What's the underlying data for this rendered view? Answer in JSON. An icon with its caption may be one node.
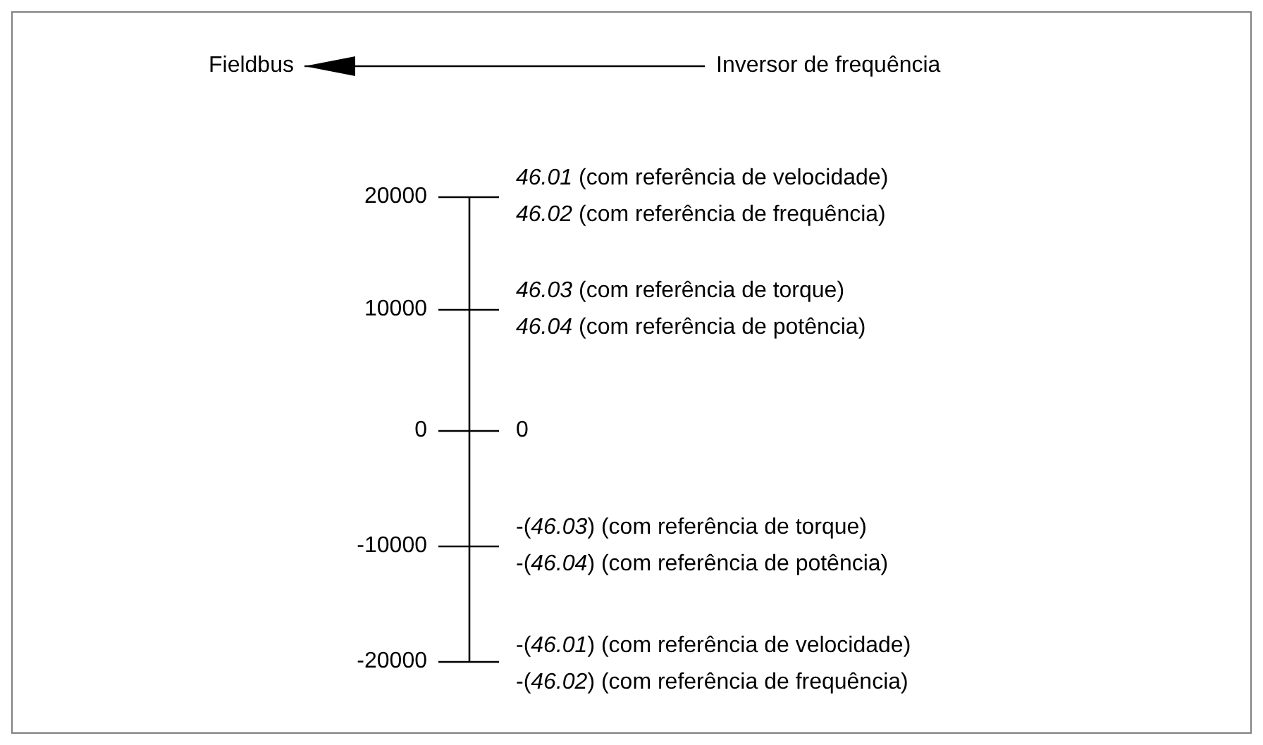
{
  "diagram": {
    "nodes": [
      {
        "text": [
          "Fieldbus"
        ]
      },
      {
        "text": [
          "Inversor de frequência"
        ]
      }
    ],
    "edges": [
      {
        "from": 1,
        "to": 0,
        "arrow": "to"
      }
    ],
    "labels": [
      "*46.01* (com referência de velocidade)",
      "20000",
      "*46.02* (com referência de frequência)",
      "*46.03* (com referência de torque)",
      "10000",
      "*46.04* (com referência de potência)",
      "0",
      "0",
      "-(*46.03*) (com referência de torque)",
      "-10000",
      "-(*46.04*) (com referência de potência)",
      "-(*46.01*) (com referência de velocidade)",
      "-20000",
      "-(*46.02*) (com referência de frequência)"
    ]
  }
}
